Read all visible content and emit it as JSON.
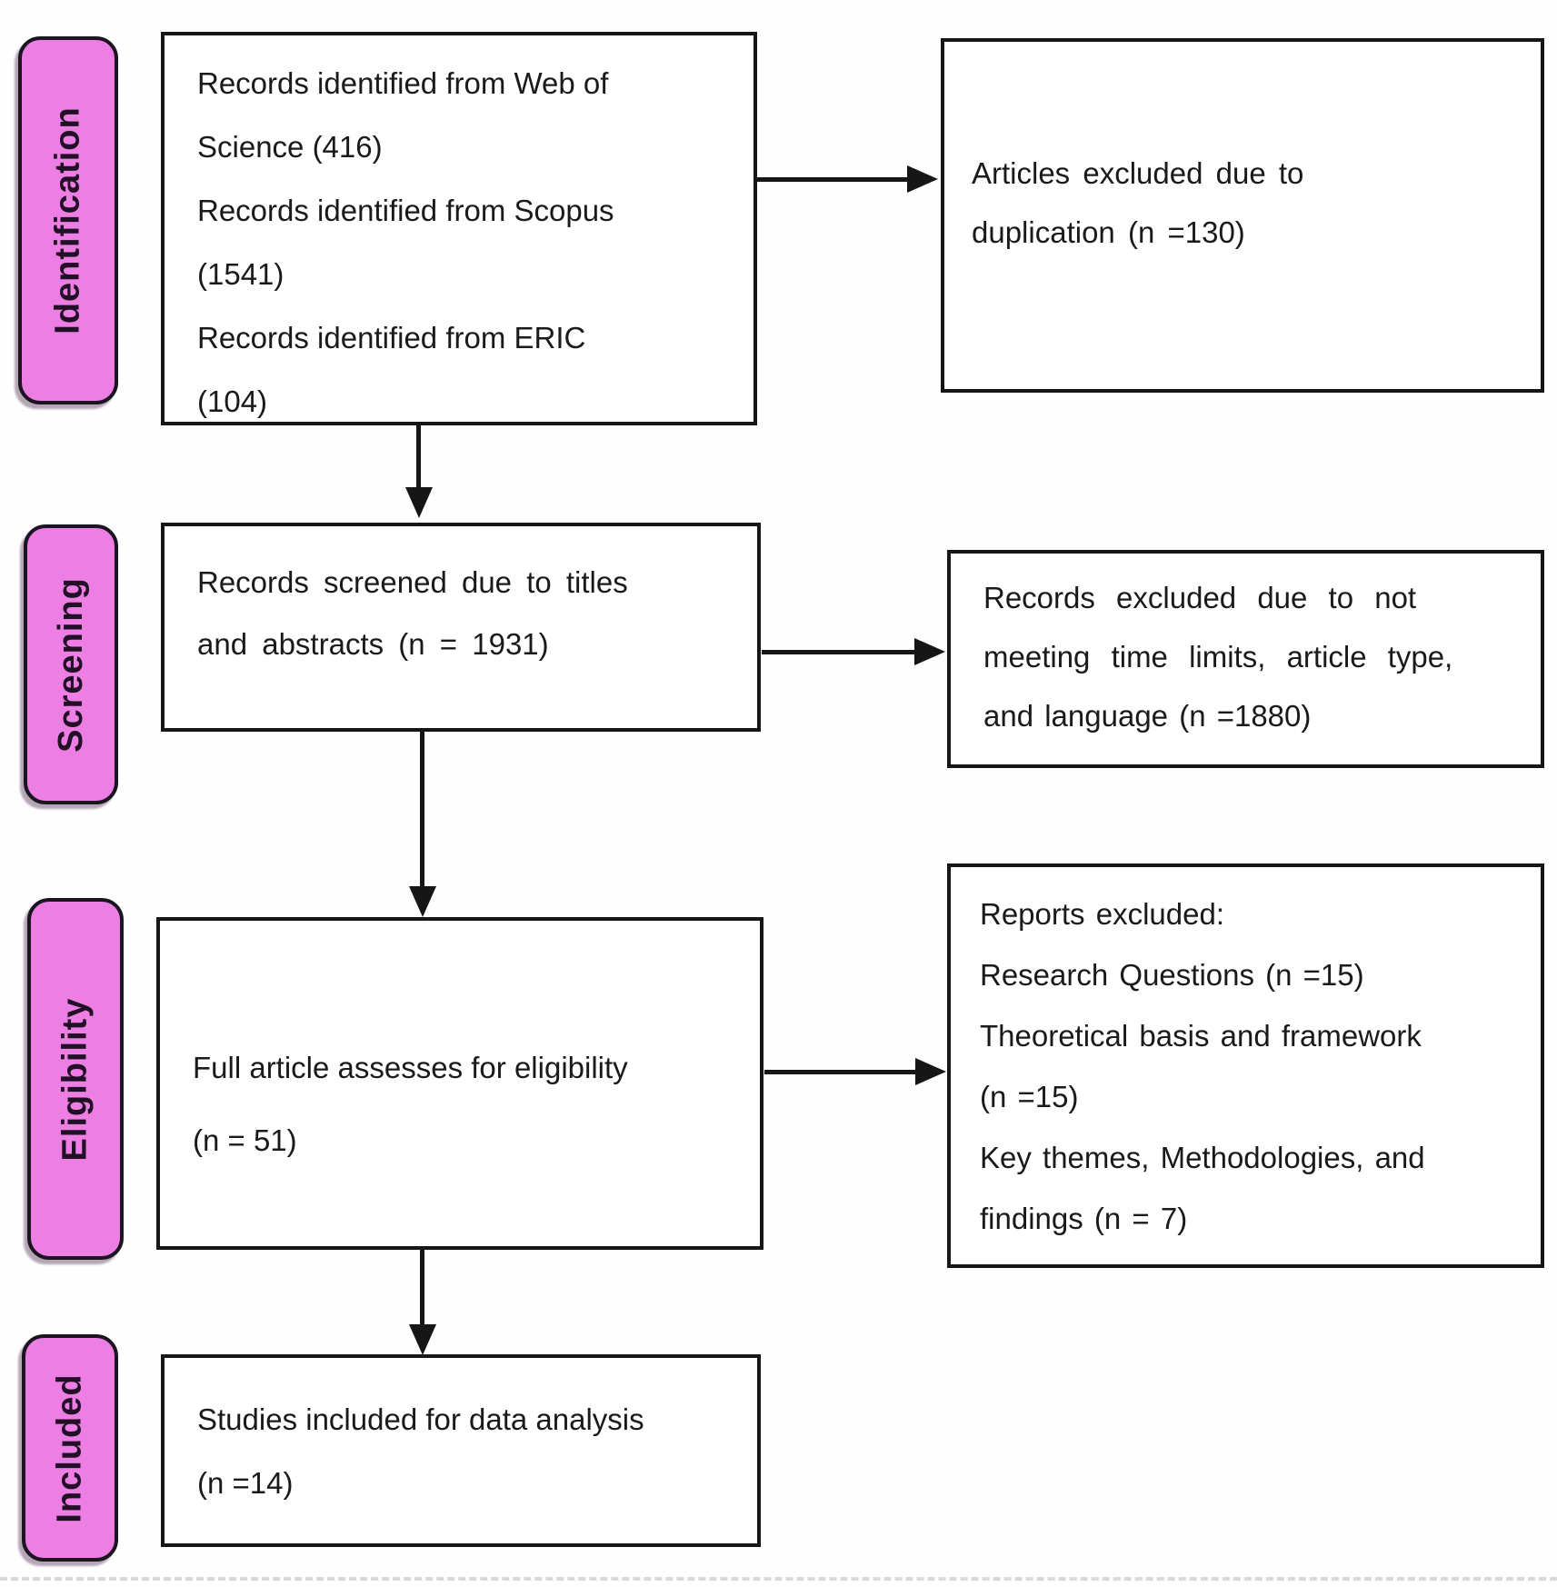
{
  "diagram": {
    "type": "prisma-flow",
    "colors": {
      "stage_fill": "#ec7ee4",
      "line": "#161616"
    },
    "stages": [
      {
        "label": "Identification"
      },
      {
        "label": "Screening"
      },
      {
        "label": "Eligibility"
      },
      {
        "label": "Included"
      }
    ],
    "boxes": {
      "sources": {
        "lines": [
          "Records identified from Web of",
          "Science (416)",
          "Records identified from Scopus",
          "(1541)",
          "Records identified from ERIC",
          "(104)"
        ]
      },
      "excluded_duplication": {
        "lines": [
          "Articles excluded due to",
          "duplication (n =130)"
        ]
      },
      "screened": {
        "lines": [
          "Records screened due to titles",
          "and abstracts (n = 1931)"
        ]
      },
      "excluded_screening": {
        "lines": [
          "Records excluded due to not",
          "meeting time limits, article type,",
          "and language (n =1880)"
        ]
      },
      "full_article": {
        "lines": [
          "Full article assesses for eligibility",
          "(n = 51)"
        ]
      },
      "reports_excluded": {
        "lines": [
          "Reports excluded:",
          "Research Questions (n =15)",
          "Theoretical basis and framework",
          "(n =15)",
          "Key themes, Methodologies, and",
          "findings (n = 7)"
        ]
      },
      "included_studies": {
        "lines": [
          "Studies included for data analysis",
          "(n =14)"
        ]
      }
    }
  }
}
